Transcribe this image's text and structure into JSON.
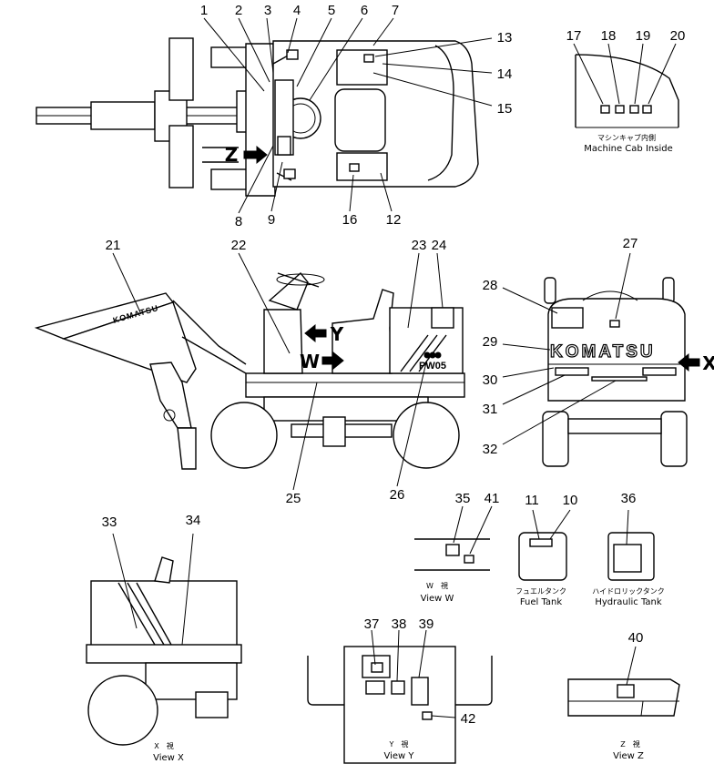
{
  "callouts": [
    "1",
    "2",
    "3",
    "4",
    "5",
    "6",
    "7",
    "8",
    "9",
    "10",
    "11",
    "12",
    "13",
    "14",
    "15",
    "16",
    "17",
    "18",
    "19",
    "20",
    "21",
    "22",
    "23",
    "24",
    "25",
    "26",
    "27",
    "28",
    "29",
    "30",
    "31",
    "32",
    "33",
    "34",
    "35",
    "36",
    "37",
    "38",
    "39",
    "40",
    "41",
    "42"
  ],
  "arrows": {
    "z": "Z",
    "y": "Y",
    "w": "W",
    "x": "X"
  },
  "brand": "KOMATSU",
  "model": "PW05",
  "boom_decal": "KOMATSU",
  "captions": {
    "cab_jp": "マシンキャブ内側",
    "cab_en": "Machine Cab Inside",
    "view_w_jp": "W　視",
    "view_w_en": "View W",
    "fuel_jp": "フュエルタンク",
    "fuel_en": "Fuel Tank",
    "hyd_jp": "ハイドロリックタンク",
    "hyd_en": "Hydraulic Tank",
    "view_x_jp": "X　視",
    "view_x_en": "View X",
    "view_y_jp": "Y　視",
    "view_y_en": "View Y",
    "view_z_jp": "Z　視",
    "view_z_en": "View Z"
  }
}
